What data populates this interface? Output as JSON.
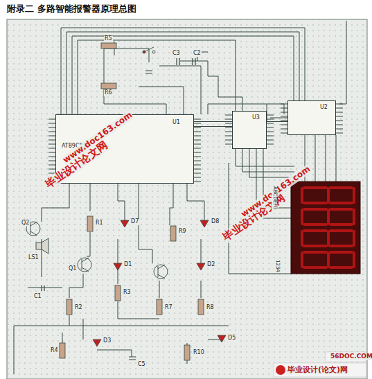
{
  "diagram": {
    "title": "附录二 多路智能报警器原理总图",
    "nodes": [
      {
        "text": [
          "U1",
          "AT89C51"
        ]
      },
      {
        "text": [
          "U3"
        ]
      },
      {
        "text": [
          "U2"
        ]
      }
    ],
    "edges": [
      {
        "from": 0,
        "to": 1,
        "arrow": "none"
      },
      {
        "from": 0,
        "to": 2,
        "arrow": "none"
      }
    ],
    "labels": [
      "毕业设计论文网",
      "www.doc163.com",
      "毕业设计论文网",
      "www.doc163.com",
      "56DOC.COM",
      "毕业设计(论文)网",
      "R5",
      "R6",
      "C3",
      "C2",
      "Q2",
      "LS1",
      "R1",
      "D7",
      "Q1",
      "C1",
      "R2",
      "R3",
      "D1",
      "R7",
      "D2",
      "R9",
      "D8",
      "R8",
      "R4",
      "D3",
      "C5",
      "R10",
      "D5",
      "ABCDEFG",
      "1234"
    ]
  }
}
